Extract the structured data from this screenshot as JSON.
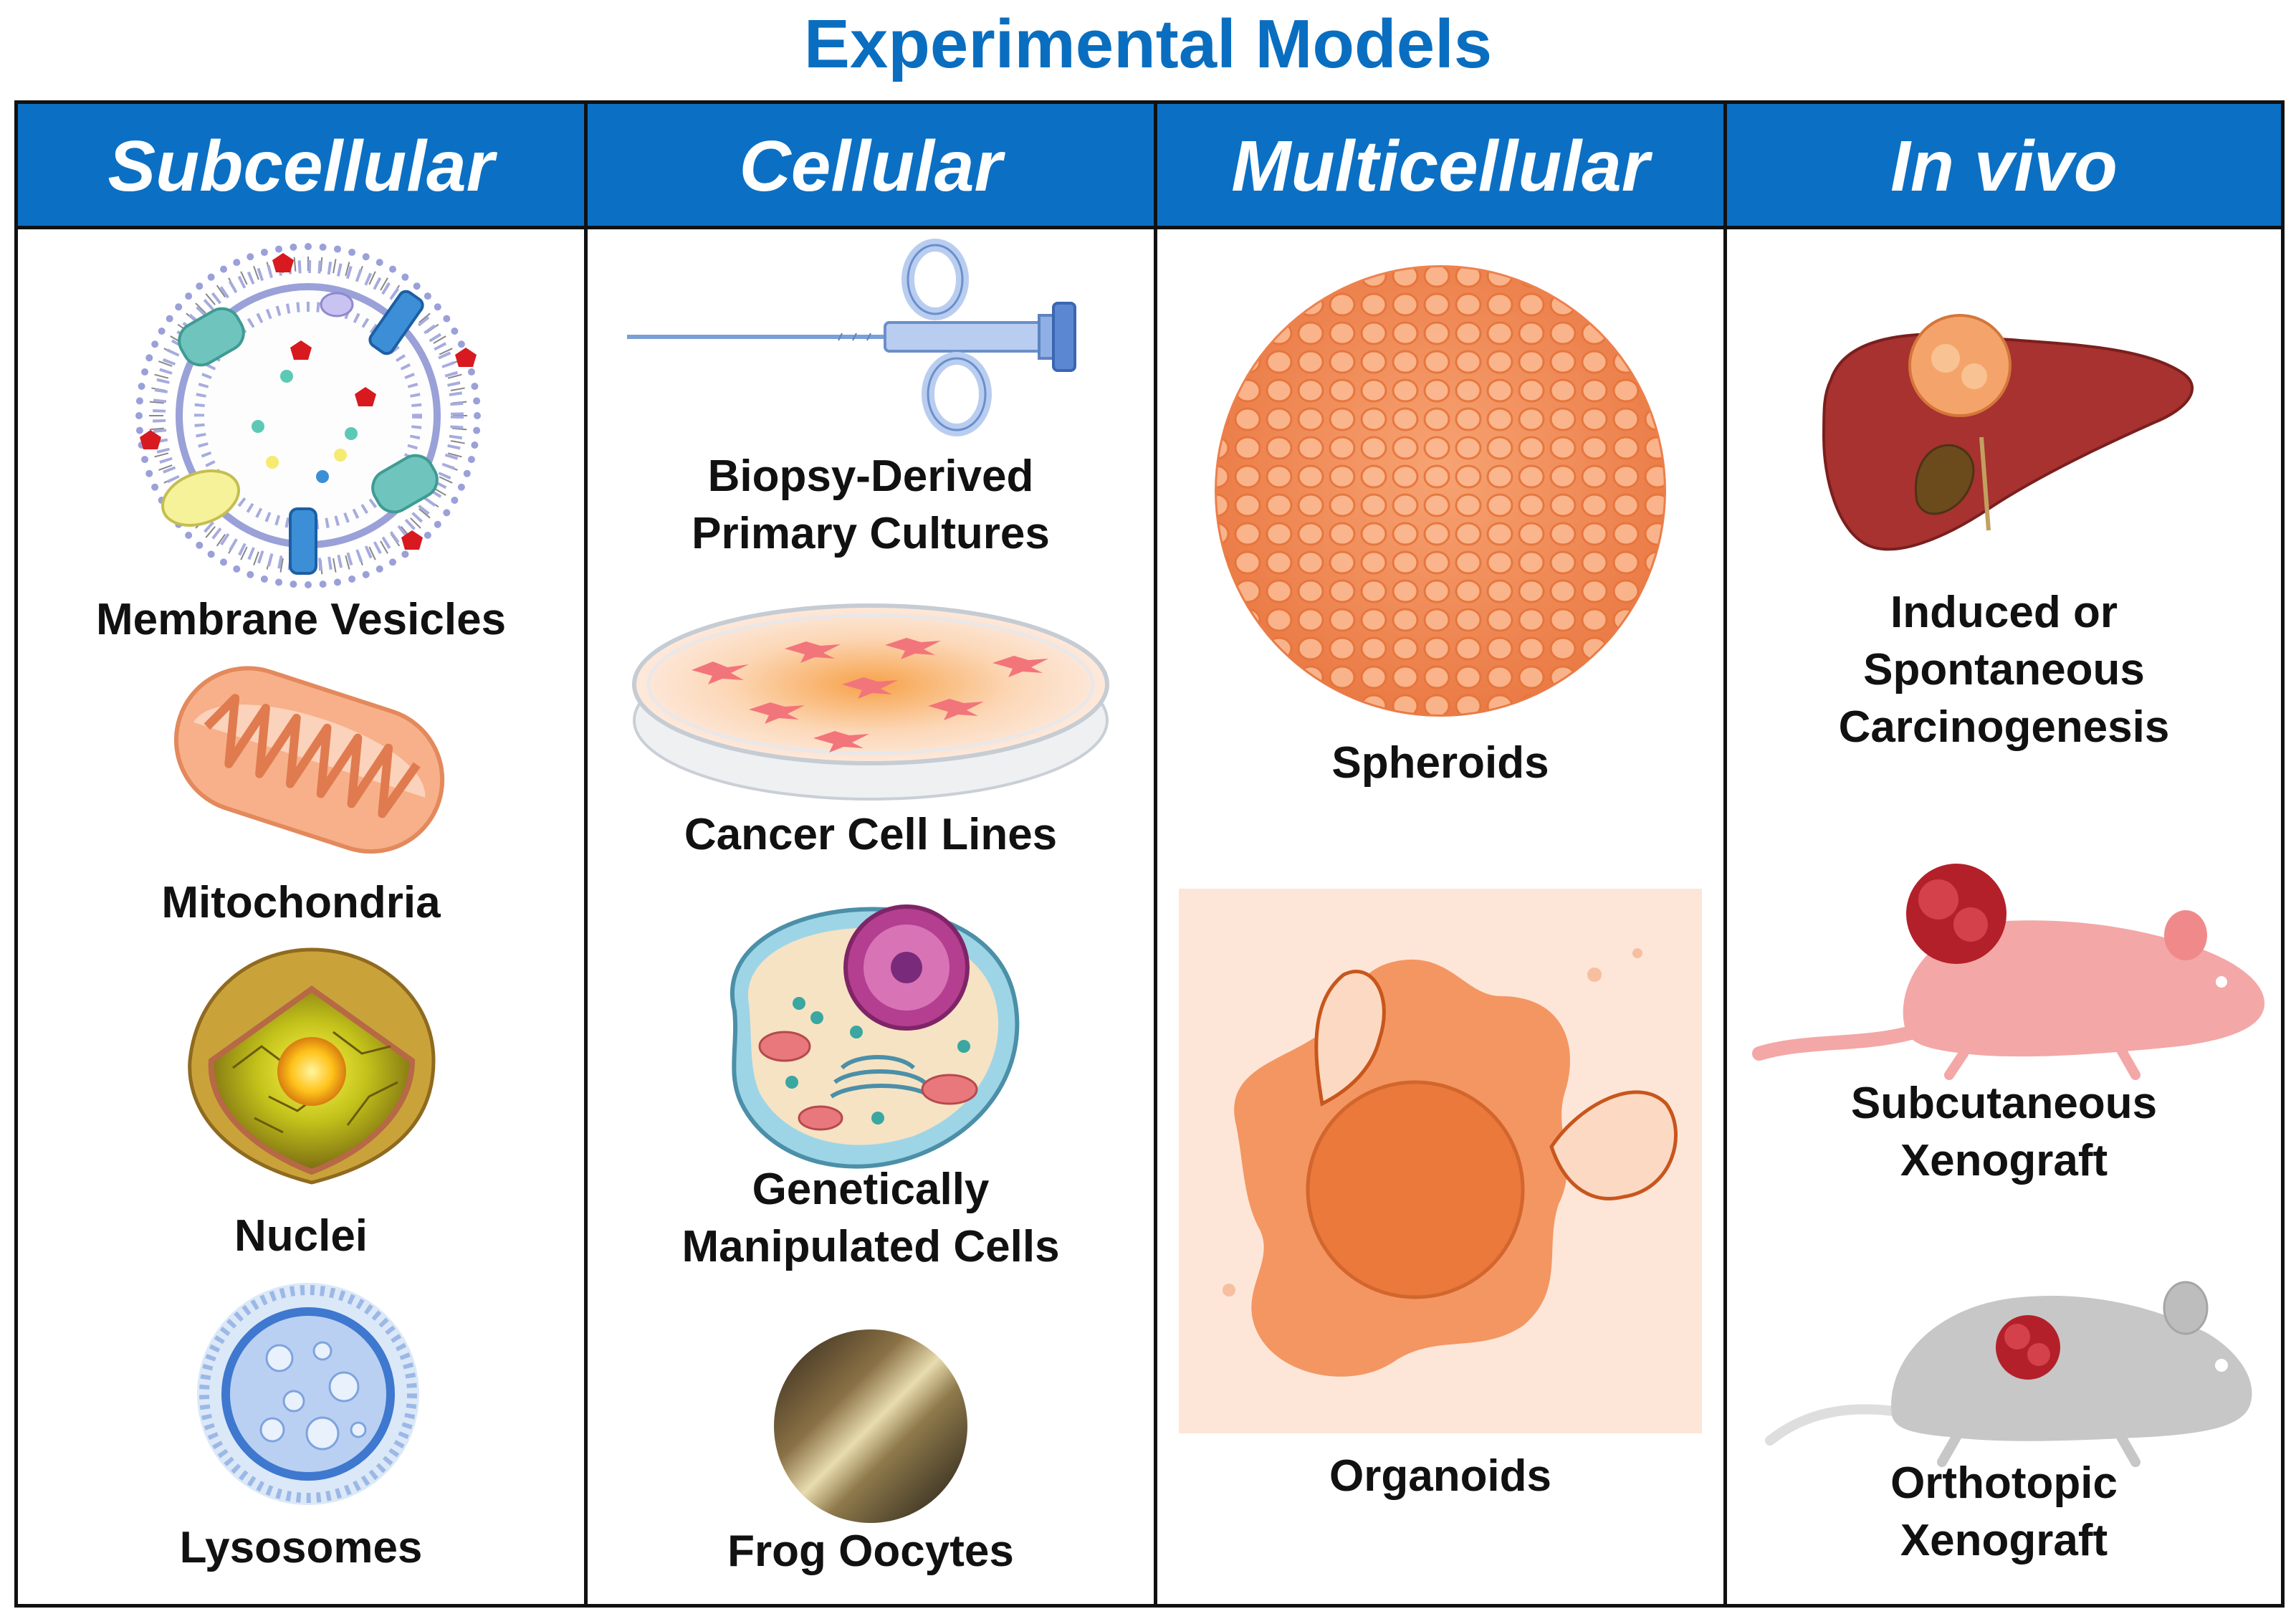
{
  "title": "Experimental Models",
  "columns": [
    {
      "header": "Subcellular",
      "items": [
        "Membrane Vesicles",
        "Mitochondria",
        "Nuclei",
        "Lysosomes"
      ]
    },
    {
      "header": "Cellular",
      "items": [
        "Biopsy-Derived\nPrimary Cultures",
        "Cancer Cell Lines",
        "Genetically\nManipulated Cells",
        "Frog Oocytes"
      ]
    },
    {
      "header": "Multicellular",
      "items": [
        "Spheroids",
        "Organoids"
      ]
    },
    {
      "header": "In vivo",
      "items": [
        "Induced or\nSpontaneous\nCarcinogenesis",
        "Subcutaneous\nXenograft",
        "Orthotopic\nXenograft"
      ]
    }
  ],
  "colors": {
    "header_bg": "#0b70c4",
    "title": "#0a6ec0",
    "orange": "#f28a4e",
    "tumor_red": "#b3202a"
  },
  "icons": [
    "membrane-vesicle-icon",
    "mitochondrion-icon",
    "nucleus-icon",
    "lysosome-icon",
    "biopsy-needle-icon",
    "petri-dish-icon",
    "cell-icon",
    "frog-oocyte-icon",
    "spheroid-icon",
    "organoid-icon",
    "liver-icon",
    "subcutaneous-mouse-icon",
    "orthotopic-mouse-icon"
  ]
}
